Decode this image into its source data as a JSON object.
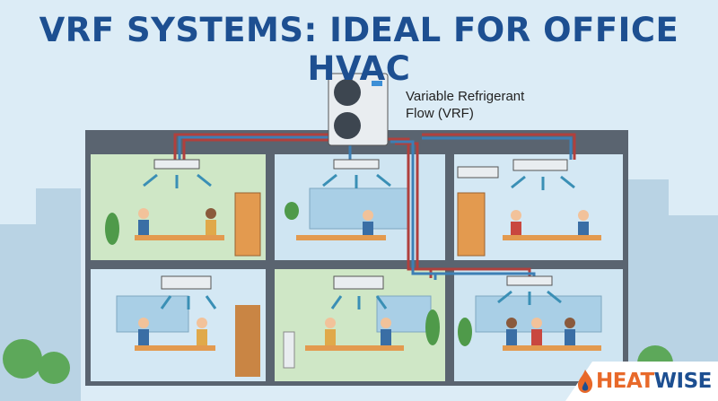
{
  "title": "VRF SYSTEMS: IDEAL FOR OFFICE HVAC",
  "outdoor_unit_label_line1": "Variable Refrigerant",
  "outdoor_unit_label_line2": "Flow (VRF)",
  "logo": {
    "part1": "HEAT",
    "part2": "WISE"
  },
  "colors": {
    "title": "#1d4f91",
    "pipe_red": "#b0403d",
    "pipe_blue": "#3d7fb5",
    "logo_orange": "#e8692a",
    "logo_blue": "#1d4f91"
  },
  "rooms": [
    {
      "floor": "upper",
      "position": "left",
      "unit": "ceiling-cassette",
      "wall": "#cfe7c6"
    },
    {
      "floor": "upper",
      "position": "center",
      "unit": "ceiling-cassette",
      "wall": "#cfe5f2"
    },
    {
      "floor": "upper",
      "position": "right",
      "unit": "ducted + wall-mounted",
      "wall": "#d4e8f4"
    },
    {
      "floor": "lower",
      "position": "left",
      "unit": "wall-mounted",
      "wall": "#d4e8f4"
    },
    {
      "floor": "lower",
      "position": "center",
      "unit": "wall-mounted",
      "wall": "#cfe7c6"
    },
    {
      "floor": "lower",
      "position": "right",
      "unit": "ceiling-cassette",
      "wall": "#cfe5f2"
    }
  ]
}
